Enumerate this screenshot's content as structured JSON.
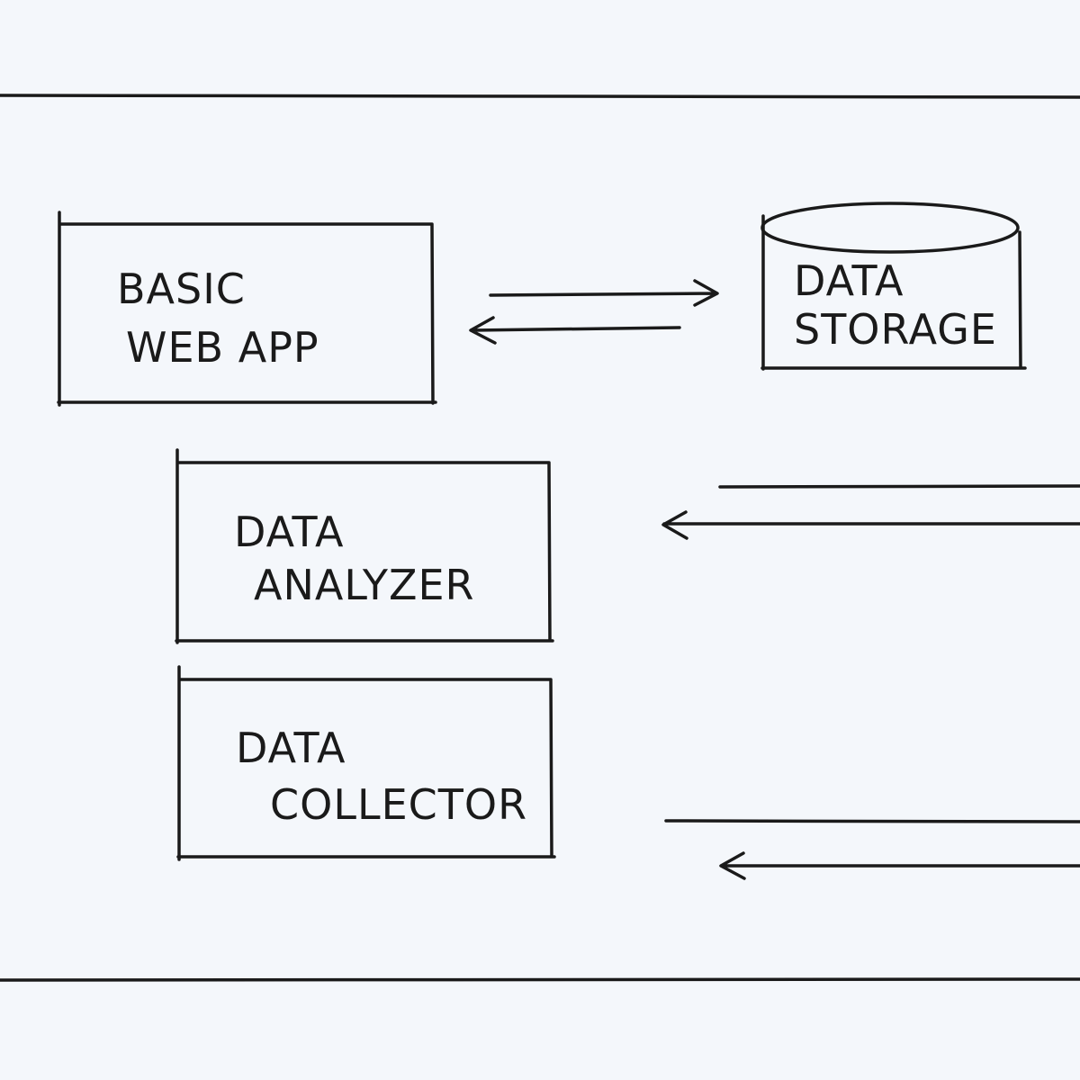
{
  "diagram": {
    "colors": {
      "background": "#f4f7fb",
      "ink": "#1a1a1a"
    },
    "nodes": [
      {
        "id": "basic-web-app",
        "shape": "box",
        "lines": [
          "BASIC",
          "WEB APP"
        ]
      },
      {
        "id": "data-storage",
        "shape": "cylinder",
        "lines": [
          "DATA",
          "STORAGE"
        ]
      },
      {
        "id": "data-analyzer",
        "shape": "box",
        "lines": [
          "DATA",
          "ANALYZER"
        ]
      },
      {
        "id": "data-collector",
        "shape": "box",
        "lines": [
          "DATA",
          "COLLECTOR"
        ]
      }
    ],
    "edges": [
      {
        "from": "basic-web-app",
        "to": "data-storage",
        "direction": "right"
      },
      {
        "from": "data-storage",
        "to": "basic-web-app",
        "direction": "left"
      },
      {
        "from": "offscreen-right",
        "to": "data-analyzer",
        "direction": "left"
      },
      {
        "from": "offscreen-right",
        "to": "data-collector",
        "direction": "left"
      }
    ]
  }
}
